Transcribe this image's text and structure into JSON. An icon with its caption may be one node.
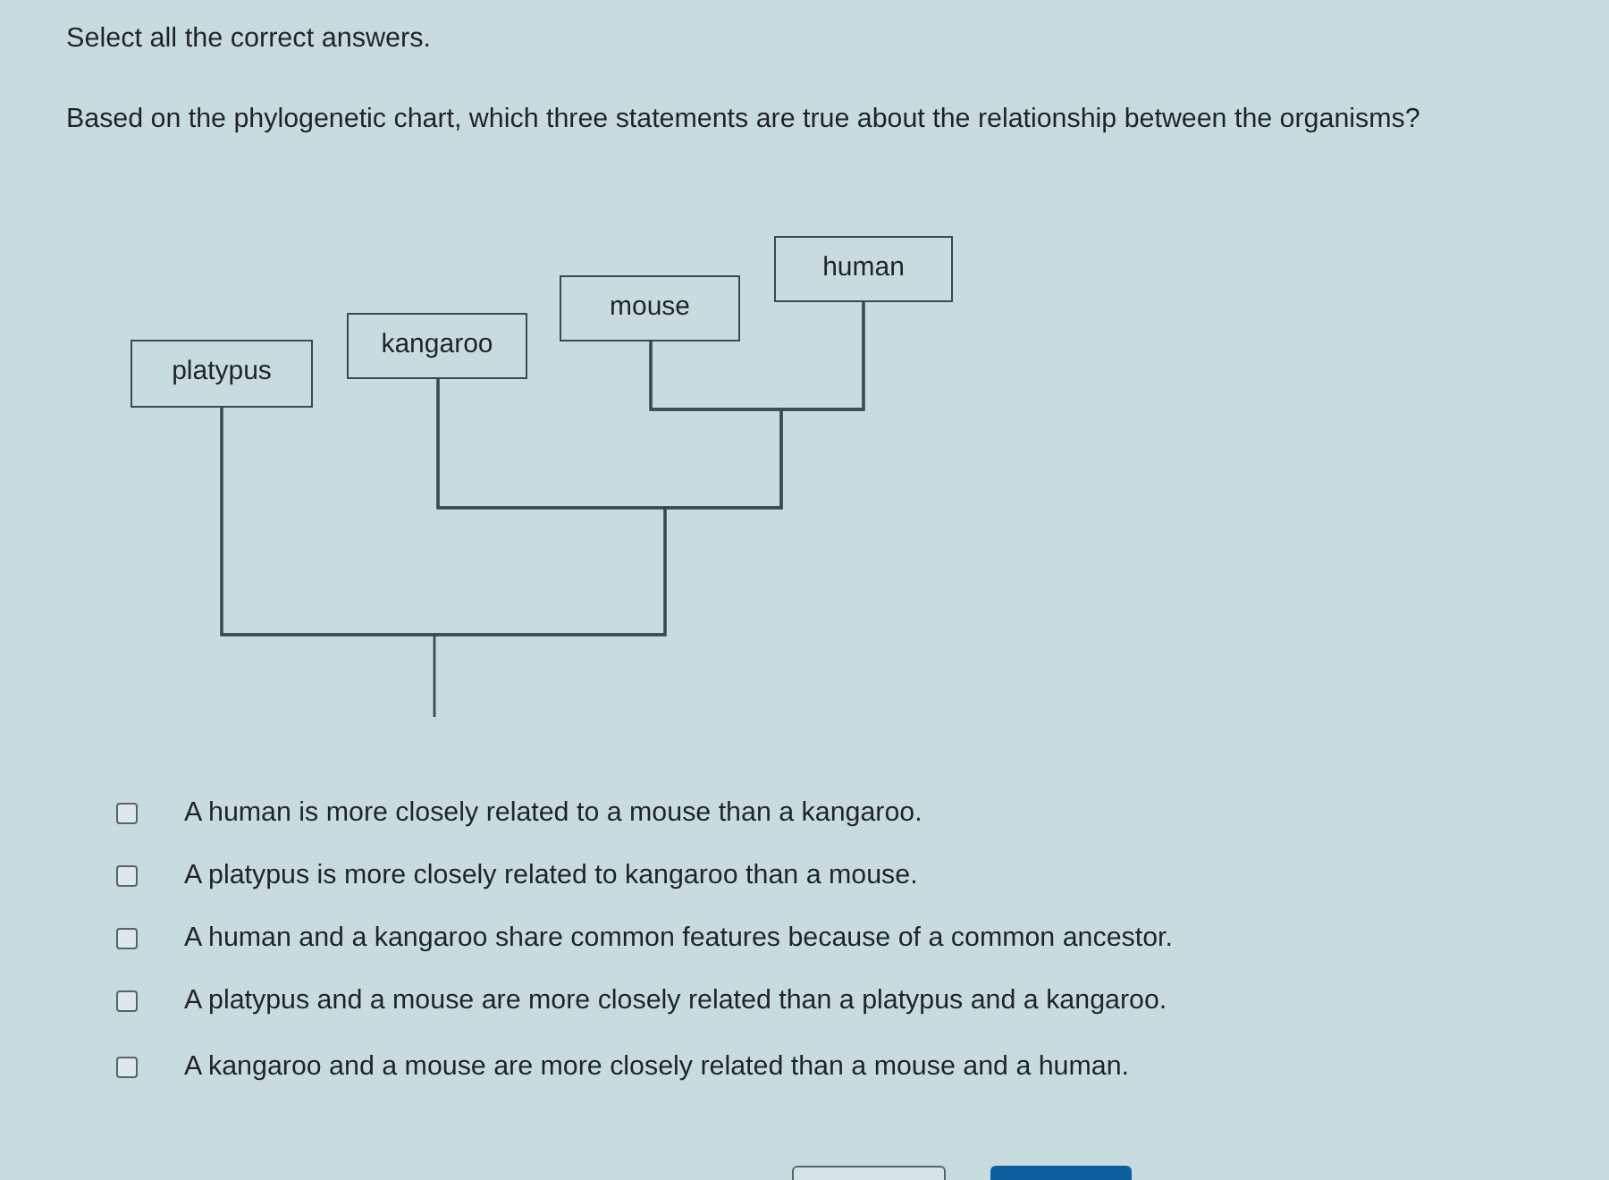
{
  "diagram": {
    "nodes": [
      {
        "text": [
          "platypus"
        ]
      },
      {
        "text": [
          "kangaroo"
        ]
      },
      {
        "text": [
          "mouse"
        ]
      },
      {
        "text": [
          "human"
        ]
      }
    ],
    "edges": [
      {
        "from": 2,
        "to": 3,
        "arrow": "none"
      },
      {
        "from": 1,
        "to": 2,
        "arrow": "none"
      },
      {
        "from": 1,
        "to": 3,
        "arrow": "none"
      },
      {
        "from": 0,
        "to": 1,
        "arrow": "none"
      },
      {
        "from": 0,
        "to": 2,
        "arrow": "none"
      },
      {
        "from": 0,
        "to": 3,
        "arrow": "none"
      }
    ],
    "labels": [
      "Select all the correct answers.",
      "Based on the phylogenetic chart, which three statements are true about the relationship between the organisms?",
      "A human is more closely related to a mouse than a kangaroo.",
      "A platypus is more closely related to kangaroo than a mouse.",
      "A human and a kangaroo share common features because of a common ancestor.",
      "A platypus and a mouse are more closely related than a platypus and a kangaroo.",
      "A kangaroo and a mouse are more closely related than a mouse and a human."
    ]
  }
}
